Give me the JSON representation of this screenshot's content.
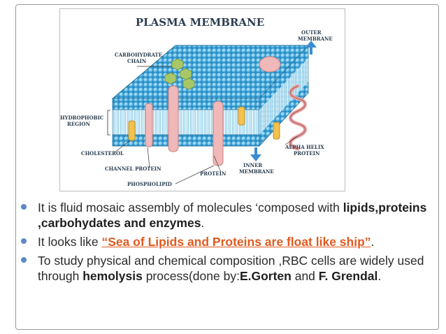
{
  "figure": {
    "title": "PLASMA MEMBRANE",
    "labels": {
      "outer_membrane": [
        "OUTER",
        "MEMBRANE"
      ],
      "carbohydrate_chain": [
        "CARBOHYDRATE",
        "CHAIN"
      ],
      "hydrophobic_region": [
        "HYDROPHOBIC",
        "REGION"
      ],
      "cholesterol": "CHOLESTEROL",
      "channel_protein": "CHANNEL PROTEIN",
      "phospholipid": "PHOSPHOLIPID",
      "protein": "PROTEIN",
      "inner_membrane": [
        "INNER",
        "MEMBRANE"
      ],
      "alpha_helix_protein": [
        "ALPHA HELIX",
        "PROTEIN"
      ]
    }
  },
  "bullets": [
    {
      "pre": " It is fluid mosaic assembly of molecules ‘composed with ",
      "bold": "lipids,proteins ,carbohydates and enzymes",
      "post": "."
    },
    {
      "pre": "It looks like ",
      "highlight": "“Sea of Lipids and Proteins are float like ship”",
      "post": "."
    },
    {
      "pre": "To study physical and chemical composition ,RBC cells are widely used through ",
      "bold1": "hemolysis",
      "mid": " process(done by:",
      "bold2": "E.Gorten",
      "mid2": " and ",
      "bold3": "F. Grendal",
      "post": "."
    }
  ],
  "colors": {
    "bullet": "#5b8ac4",
    "highlight": "#e05a20",
    "membrane_head": "#6fc3ea",
    "membrane_head_edge": "#2b8fc7",
    "protein": "#f0b8b8",
    "cholesterol": "#f2c14e",
    "carbohydrate": "#a8c868"
  }
}
